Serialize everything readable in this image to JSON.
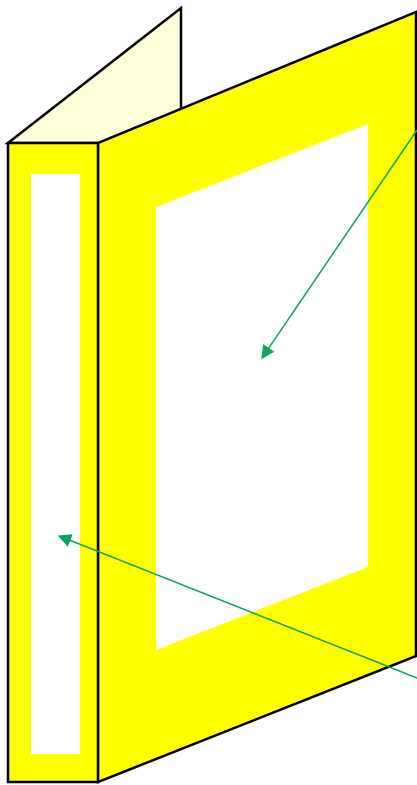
{
  "diagram": {
    "subject": "binder",
    "parts": {
      "back_cover": "back-cover",
      "spine": "spine",
      "spine_label": "spine-label-window",
      "front_cover": "front-cover",
      "front_label": "cover-label-window",
      "arrow_to_front_label": "arrow-to-cover-window",
      "arrow_to_spine_label": "arrow-to-spine-window"
    },
    "colors": {
      "binder_fill": "#FFFF00",
      "back_cover_fill": "#FFFFD8",
      "label_window_fill": "#FFFFFF",
      "outline": "#000000",
      "arrow": "#0CA35A"
    }
  }
}
